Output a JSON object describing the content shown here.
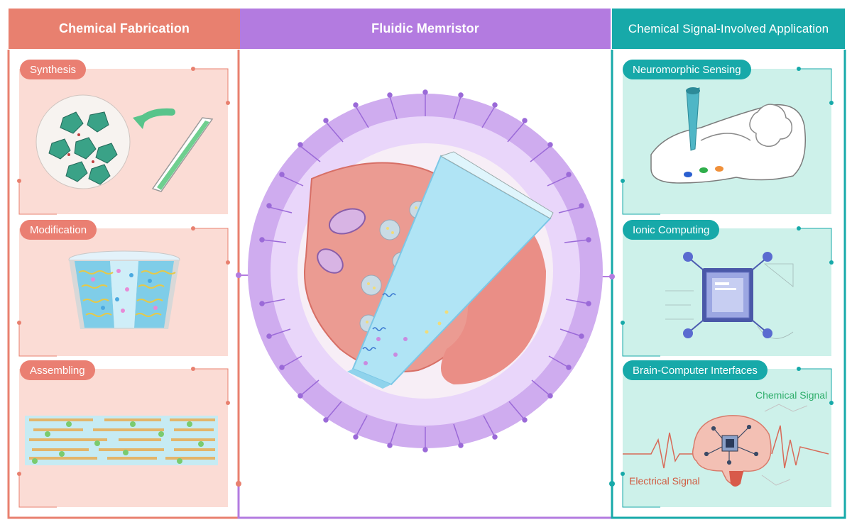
{
  "sections": {
    "left_title": "Chemical Fabrication",
    "center_title": "Fluidic Memristor",
    "right_title": "Chemical Signal-Involved Application"
  },
  "left_panels": {
    "synthesis": "Synthesis",
    "modification": "Modification",
    "assembling": "Assembling"
  },
  "right_panels": {
    "sensing": "Neuromorphic Sensing",
    "computing": "Ionic Computing",
    "bci": "Brain-Computer Interfaces"
  },
  "signals": {
    "chemical": "Chemical Signal",
    "electrical": "Electrical Signal"
  },
  "colors": {
    "left_accent": "#e8806f",
    "center_accent": "#b37be0",
    "right_accent": "#17a9a9",
    "left_panel_bg": "#fbdcd5",
    "right_panel_bg": "#cdf1ea"
  }
}
